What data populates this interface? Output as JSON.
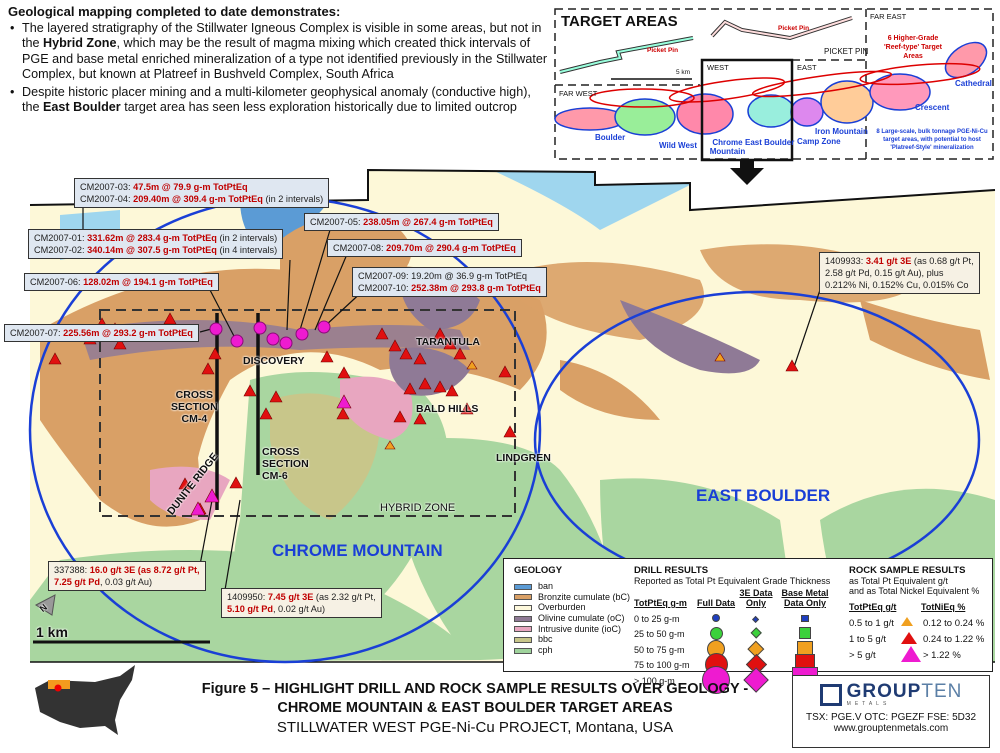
{
  "intro": {
    "heading": "Geological mapping completed to date demonstrates:",
    "bullets": [
      {
        "pre": "The layered stratigraphy of the Stillwater Igneous Complex is visible in some areas, but not in the ",
        "bold": "Hybrid Zone",
        "post": ", which may be the result of magma mixing which created thick intervals of PGE and base metal enriched mineralization of a type not identified previously in the Stillwater Complex, but known at Platreef in Bushveld Complex, South Africa"
      },
      {
        "pre": "Despite historic placer mining and a multi-kilometer geophysical anomaly (conductive high), the ",
        "bold": "East Boulder",
        "post": " target area has seen less exploration historically due to limited outcrop"
      }
    ]
  },
  "inset": {
    "title": "TARGET AREAS",
    "regions": [
      "FAR EAST",
      "FAR WEST",
      "WEST",
      "EAST",
      "PICKET PIN"
    ],
    "picket_pin_labels": [
      "Picket Pin",
      "Picket Pin"
    ],
    "scale": "5 km",
    "targets": [
      "Boulder",
      "Wild West",
      "Chrome Mountain",
      "East Boulder",
      "Camp Zone",
      "Iron Mountain",
      "Crescent",
      "Cathedral"
    ],
    "note_reef": "6 Higher-Grade 'Reef-type' Target Areas",
    "note_bulk": "8 Large-scale, bulk tonnage PGE-Ni-Cu target areas, with potential to host 'Platreef-Style' mineralization"
  },
  "callouts": {
    "c0304": [
      {
        "id": "CM2007-03:",
        "result": "47.5m @ 79.9 g-m TotPtEq",
        "note": ""
      },
      {
        "id": "CM2007-04:",
        "result": "209.40m @ 309.4 g-m TotPtEq",
        "note": "(in 2 intervals)"
      }
    ],
    "c05": {
      "id": "CM2007-05:",
      "result": "238.05m @ 267.4 g-m TotPtEq"
    },
    "c0102": [
      {
        "id": "CM2007-01:",
        "result": "331.62m @ 283.4 g-m TotPtEq",
        "note": "(in 2 intervals)"
      },
      {
        "id": "CM2007-02:",
        "result": "340.14m @ 307.5 g-m TotPtEq",
        "note": "(in 4 intervals)"
      }
    ],
    "c08": {
      "id": "CM2007-08:",
      "result": "209.70m @ 290.4 g-m TotPtEq"
    },
    "c06": {
      "id": "CM2007-06:",
      "result": "128.02m @ 194.1 g-m TotPtEq"
    },
    "c0910": [
      {
        "id": "CM2007-09:",
        "result": "19.20m @ 36.9 g-m TotPtEq",
        "highlight": false
      },
      {
        "id": "CM2007-10:",
        "result": "252.38m @ 293.8 g-m TotPtEq",
        "highlight": true
      }
    ],
    "c07": {
      "id": "CM2007-07:",
      "result": "225.56m @ 293.2 g-m TotPtEq"
    },
    "r1409933": {
      "id": "1409933:",
      "red": "3.41 g/t 3E",
      "rest1": "(as 0.68 g/t Pt,",
      "line2": "2.58 g/t Pd, 0.15 g/t Au), plus",
      "line3": "0.212% Ni, 0.152% Cu, 0.015% Co"
    },
    "r337388": {
      "id": "337388:",
      "red1": "16.0 g/t 3E (as 8.72 g/t Pt,",
      "red2": "7.25 g/t Pd",
      "rest": ", 0.03 g/t Au)"
    },
    "r1409950": {
      "id": "1409950:",
      "red1": "7.45 g/t 3E",
      "rest1": "(as 2.32 g/t Pt,",
      "red2": "5.10 g/t Pd",
      "rest2": ", 0.02 g/t Au)"
    }
  },
  "map_labels": {
    "discovery": "DISCOVERY",
    "tarantula": "TARANTULA",
    "bald_hills": "BALD HILLS",
    "lindgren": "LINDGREN",
    "hybrid_zone": "HYBRID ZONE",
    "cross_cm4": [
      "CROSS",
      "SECTION",
      "CM-4"
    ],
    "cross_cm6": [
      "CROSS",
      "SECTION",
      "CM-6"
    ],
    "dunite_ridge": "DUNITE RIDGE",
    "chrome_mountain": "CHROME MOUNTAIN",
    "east_boulder": "EAST BOULDER",
    "north": "N",
    "scale": "1 km"
  },
  "legend": {
    "geology_title": "GEOLOGY",
    "geology": [
      {
        "label": "ban",
        "color": "#5b9bd5"
      },
      {
        "label": "Bronzite cumulate (bC)",
        "color": "#d9a066"
      },
      {
        "label": "Overburden",
        "color": "#fdf8dc"
      },
      {
        "label": "Olivine cumulate (oC)",
        "color": "#8f7a96"
      },
      {
        "label": "Intrusive dunite (ioC)",
        "color": "#e8a6c0"
      },
      {
        "label": "bbc",
        "color": "#c8c68a"
      },
      {
        "label": "cph",
        "color": "#9fd39c"
      }
    ],
    "drill_title": "DRILL RESULTS",
    "drill_sub": "Reported as Total Pt Equivalent Grade Thickness",
    "drill_cols": [
      "TotPtEq g-m",
      "Full Data",
      "3E Data Only",
      "Base Metal Data Only"
    ],
    "drill_rows": [
      {
        "label": "0 to 25 g-m",
        "color": "#1f3fbf"
      },
      {
        "label": "25 to 50 g-m",
        "color": "#3bd13b"
      },
      {
        "label": "50 to 75 g-m",
        "color": "#f0a020"
      },
      {
        "label": "75 to 100 g-m",
        "color": "#e01010"
      },
      {
        "label": "> 100 g-m",
        "color": "#ee1bd0"
      }
    ],
    "rock_title": "ROCK SAMPLE RESULTS",
    "rock_sub1": "as Total Pt Equivalent g/t",
    "rock_sub2": "and as Total Nickel Equivalent %",
    "rock_cols": [
      "TotPtEq g/t",
      "TotNiEq %"
    ],
    "rock_rows": [
      {
        "pt": "0.5 to 1 g/t",
        "ni": "0.12 to 0.24 %",
        "color": "#f0a020"
      },
      {
        "pt": "1 to 5 g/t",
        "ni": "0.24 to 1.22 %",
        "color": "#e01010"
      },
      {
        "pt": "> 5 g/t",
        "ni": "> 1.22 %",
        "color": "#ee1bd0"
      }
    ]
  },
  "caption": {
    "line1": "Figure 5  –  HIGHLIGHT DRILL AND ROCK SAMPLE RESULTS OVER GEOLOGY -",
    "line2": "CHROME MOUNTAIN & EAST BOULDER TARGET AREAS",
    "line3": "STILLWATER WEST PGE-Ni-Cu PROJECT, Montana, USA"
  },
  "logo": {
    "brand1": "GROUP",
    "brand2": "TEN",
    "sub": "METALS",
    "tickers": "TSX: PGE.V   OTC: PGEZF    FSE: 5D32",
    "url": "www.grouptenmetals.com"
  },
  "colors": {
    "ellipse": "#1a3fd6",
    "callout_red": "#c00000",
    "brand": "#1f3b73"
  }
}
